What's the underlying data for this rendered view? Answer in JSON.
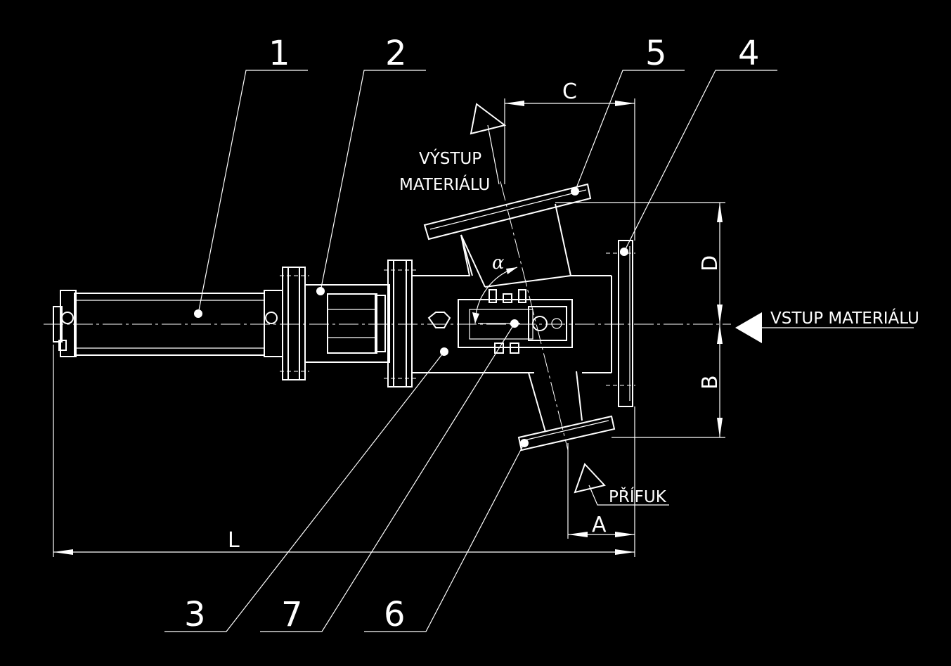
{
  "parts": [
    "1",
    "2",
    "3",
    "4",
    "5",
    "6",
    "7"
  ],
  "dimensions": {
    "length": "L",
    "a": "A",
    "b": "B",
    "c": "C",
    "d": "D",
    "angle": "α"
  },
  "flow": {
    "inlet": "VSTUP MATERIÁLU",
    "outlet_line1": "VÝSTUP",
    "outlet_line2": "MATERIÁLU",
    "air": "PŘÍFUK"
  },
  "colors": {
    "background": "#000000",
    "lines": "#ffffff"
  }
}
